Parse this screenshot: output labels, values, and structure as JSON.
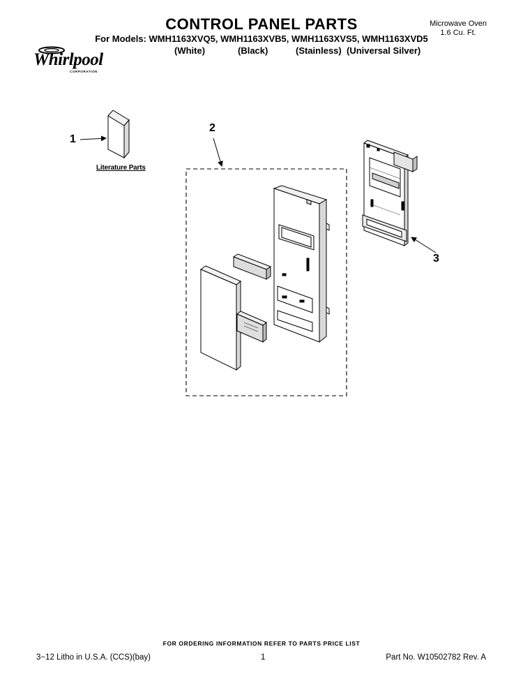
{
  "header": {
    "title": "CONTROL PANEL PARTS",
    "models_line": "For Models: WMH1163XVQ5, WMH1163XVB5, WMH1163XVS5, WMH1163XVD5",
    "colors": [
      "(White)",
      "(Black)",
      "(Stainless)",
      "(Universal Silver)"
    ],
    "product": "Microwave Oven",
    "capacity": "1.6 Cu. Ft."
  },
  "logo": {
    "name": "Whirlpool",
    "sub": "CORPORATION"
  },
  "diagram": {
    "callouts": [
      "1",
      "2",
      "3"
    ],
    "literature_label": "Literature Parts"
  },
  "footer": {
    "ordering": "FOR ORDERING INFORMATION REFER TO PARTS PRICE LIST",
    "litho": "3−12 Litho in U.S.A. (CCS)(bay)",
    "page": "1",
    "part_no": "Part No. W10502782 Rev. A"
  }
}
